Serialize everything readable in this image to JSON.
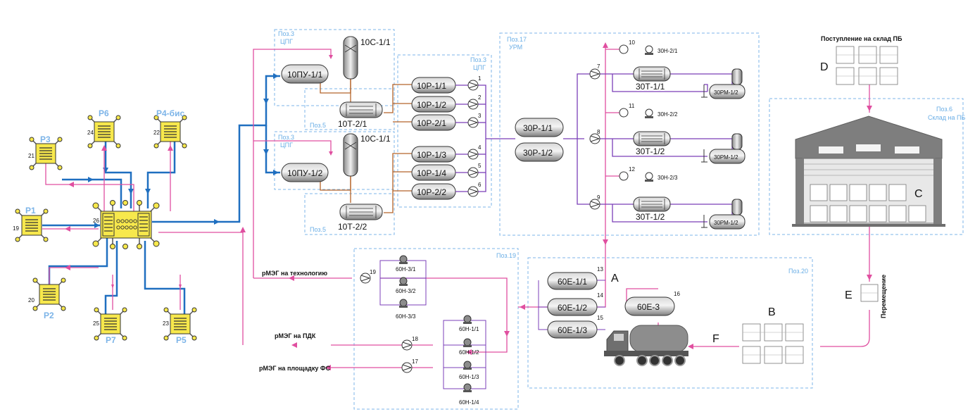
{
  "wells": [
    {
      "label": "Р1",
      "num": "19"
    },
    {
      "label": "Р2",
      "num": "20"
    },
    {
      "label": "Р3",
      "num": "21"
    },
    {
      "label": "Р4-бис",
      "num": "22"
    },
    {
      "label": "Р5",
      "num": "23"
    },
    {
      "label": "Р6",
      "num": "24"
    },
    {
      "label": "Р7",
      "num": "25"
    },
    {
      "label": "",
      "num": "26"
    }
  ],
  "zones": {
    "poz3_top": [
      "Поз.3",
      "ЦПГ"
    ],
    "poz3_mid": [
      "Поз.3",
      "ЦПГ"
    ],
    "poz3_bot": [
      "Поз.3",
      "ЦПГ"
    ],
    "poz5_a": "Поз.5",
    "poz5_b": "Поз.5",
    "poz17": [
      "Поз.17",
      "УРМ"
    ],
    "poz19": "Поз.19",
    "poz20": "Поз.20",
    "poz6": [
      "Поз.6",
      "Склад на ПБ"
    ]
  },
  "equipment": {
    "pu1": "10ПУ-1/1",
    "pu2": "10ПУ-1/2",
    "c1": "10С-1/1",
    "c2": "10С-1/1",
    "t1": "10Т-2/1",
    "t2": "10Т-2/2",
    "r": [
      "10Р-1/1",
      "10Р-1/2",
      "10Р-2/1",
      "10Р-1/3",
      "10Р-1/4",
      "10Р-2/2"
    ],
    "r_nums": [
      "1",
      "2",
      "3",
      "4",
      "5",
      "6"
    ],
    "r30": [
      "30Р-1/1",
      "30Р-1/2"
    ],
    "pumps_urm_nums": [
      "7",
      "8",
      "9"
    ],
    "h_nums": [
      "10",
      "11",
      "12"
    ],
    "h": [
      "30Н-2/1",
      "30Н-2/2",
      "30Н-2/3"
    ],
    "t30": [
      "30Т-1/1",
      "30Т-1/2",
      "30Т-1/2"
    ],
    "rm": [
      "30РМ-1/2",
      "30РМ-1/2",
      "30РМ-1/2"
    ],
    "e60": [
      "60Е-1/1",
      "60Е-1/2",
      "60Е-1/3"
    ],
    "e60_nums": [
      "13",
      "14",
      "15"
    ],
    "e3": "60Е-3",
    "e3_num": "16",
    "p19_num": "19",
    "p18_num": "18",
    "p17_num": "17",
    "n3": [
      "60Н-3/1",
      "60Н-3/2",
      "60Н-3/3"
    ],
    "n1": [
      "60Н-1/1",
      "60Н-1/2",
      "60Н-1/3",
      "60Н-1/4"
    ]
  },
  "flows": {
    "tech": "рМЭГ на технологию",
    "pdk": "рМЭГ на ПДК",
    "fs": "рМЭГ на площадку ФС"
  },
  "warehouse": {
    "intake": "Поступление на склад ПБ",
    "move": "Перемещение"
  },
  "letters": {
    "A": "A",
    "B": "B",
    "C": "C",
    "D": "D",
    "E": "E",
    "F": "F"
  },
  "colors": {
    "blue_line": "#1f6fc0",
    "pink_line": "#e04fa0",
    "brown_line": "#b5652a",
    "purple_line": "#7b3fb8",
    "zone_border": "#7cb4e8",
    "well_fill": "#f7e84c"
  }
}
